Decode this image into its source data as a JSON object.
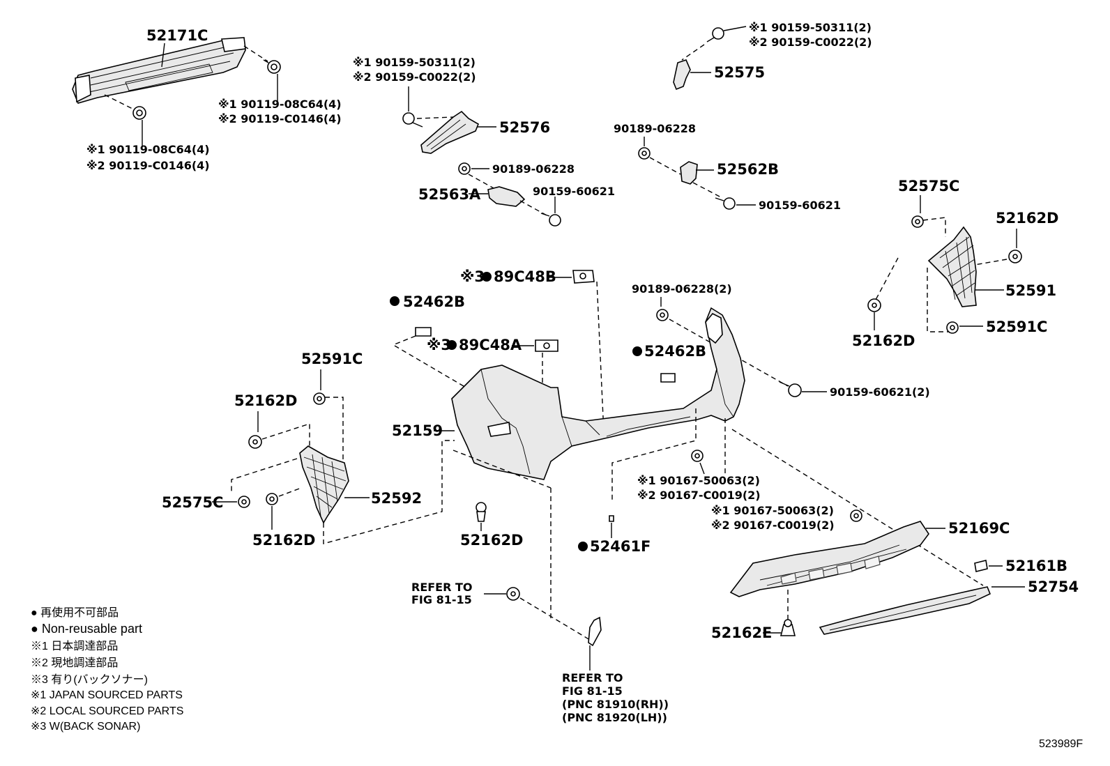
{
  "diagram": {
    "drawing_number": "523989F",
    "callouts": {
      "c52171C": "52171C",
      "c52171C_bolt_r1": "※1 90119-08C64(4)",
      "c52171C_bolt_r2": "※2 90119-C0146(4)",
      "c52171C_bolt_l1": "※1 90119-08C64(4)",
      "c52171C_bolt_l2": "※2 90119-C0146(4)",
      "c52576_s1": "※1 90159-50311(2)",
      "c52576_s2": "※2 90159-C0022(2)",
      "c52576": "52576",
      "c52563A_clip": "90189-06228",
      "c52563A": "52563A",
      "c52563A_screw": "90159-60621",
      "c52575_s1": "※1 90159-50311(2)",
      "c52575_s2": "※2 90159-C0022(2)",
      "c52575": "52575",
      "c52562B_clip": "90189-06228",
      "c52562B": "52562B",
      "c52562B_screw": "90159-60621",
      "c52575C_r": "52575C",
      "c52162D_r_top": "52162D",
      "c52591": "52591",
      "c52162D_r_bottom": "52162D",
      "c52591C_r": "52591C",
      "c89C48B": "89C48B",
      "c89C48B_prefix": "※3",
      "c52462B_l": "52462B",
      "c89C48A": "89C48A",
      "c89C48A_prefix": "※3",
      "c90189_2": "90189-06228(2)",
      "c52462B_r": "52462B",
      "c90159_2": "90159-60621(2)",
      "c52591C_l": "52591C",
      "c52162D_l_top": "52162D",
      "c52159": "52159",
      "c52575C_l": "52575C",
      "c52592": "52592",
      "c52162D_l_bottom": "52162D",
      "c52162D_center": "52162D",
      "c52461F": "52461F",
      "c90167_c1": "※1 90167-50063(2)",
      "c90167_c2": "※2 90167-C0019(2)",
      "c90167_r1": "※1 90167-50063(2)",
      "c90167_r2": "※2 90167-C0019(2)",
      "c52169C": "52169C",
      "c52161B": "52161B",
      "c52754": "52754",
      "c52162E": "52162E",
      "refer_a1": "REFER TO",
      "refer_a2": "FIG 81-15",
      "refer_b1": "REFER TO",
      "refer_b2": "FIG 81-15",
      "refer_b3": "(PNC 81910(RH))",
      "refer_b4": "(PNC 81920(LH))"
    },
    "legend": [
      "● 再使用不可部品",
      "● Non-reusable part",
      "※1 日本調達部品",
      "※2 現地調達部品",
      "※3 有り(バックソナー)",
      "※1 JAPAN SOURCED PARTS",
      "※2 LOCAL SOURCED PARTS",
      "※3 W(BACK SONAR)"
    ]
  }
}
